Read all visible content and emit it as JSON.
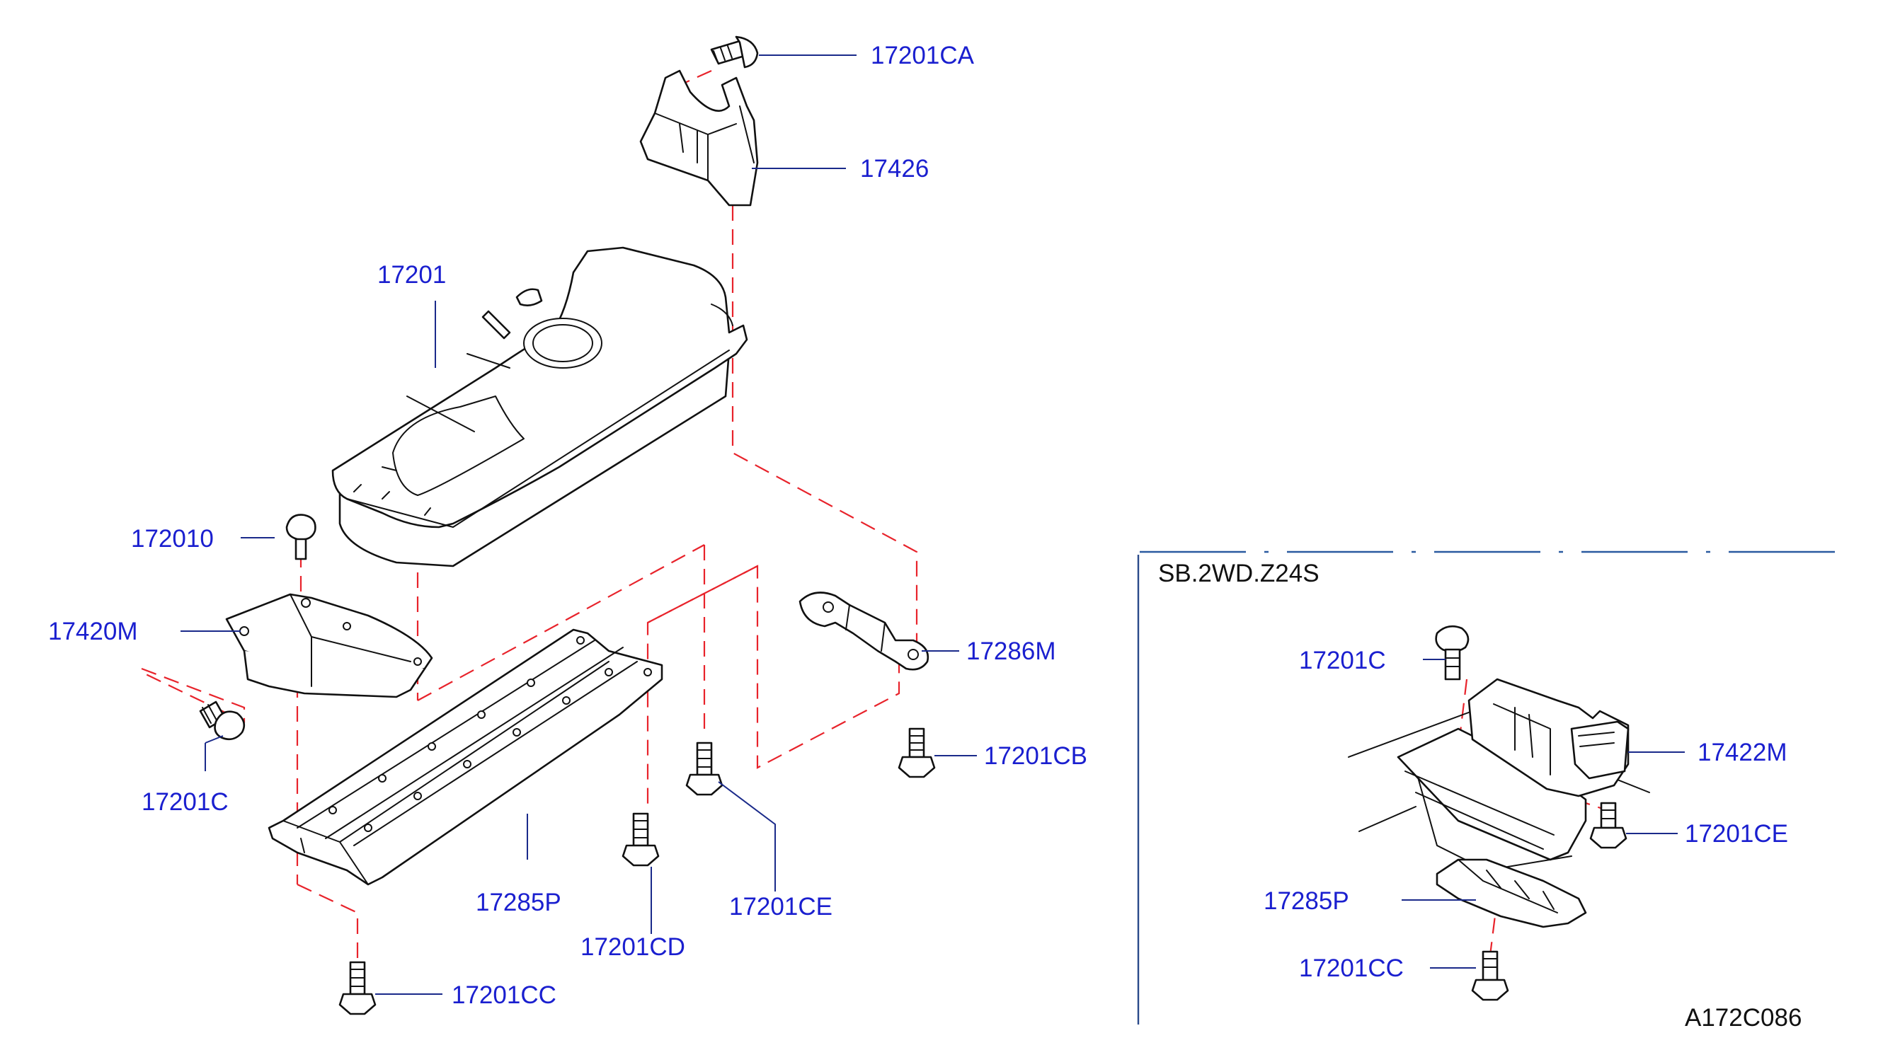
{
  "labels": {
    "p17201CA": "17201CA",
    "p17426": "17426",
    "p17201": "17201",
    "p17201_partial": "172010",
    "p17420M": "17420M",
    "p17201C_left": "17201C",
    "p17286M": "17286M",
    "p17201CB": "17201CB",
    "p17285P_left": "17285P",
    "p17201CE_left": "17201CE",
    "p17201CD": "17201CD",
    "p17201CC_left": "17201CC",
    "p17201C_right": "17201C",
    "p17422M": "17422M",
    "p17201CE_right": "17201CE",
    "p17285P_right": "17285P",
    "p17201CC_right": "17201CC"
  },
  "inset_title": "SB.2WD.Z24S",
  "diagram_code": "A172C086"
}
